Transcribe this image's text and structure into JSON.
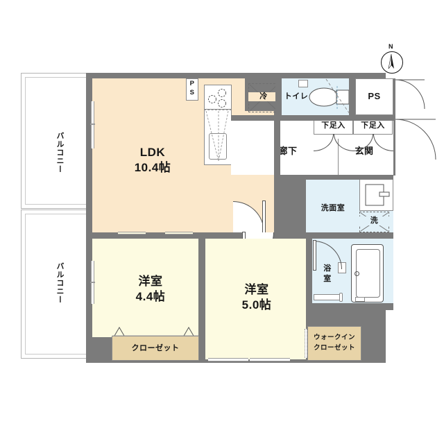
{
  "document": {
    "type": "floor-plan",
    "style": "japanese-madori",
    "layout_code": "2LDK"
  },
  "compass": {
    "north_label": "N"
  },
  "rooms": [
    {
      "id": "ldk",
      "name": "LDK",
      "area": "10.4帖",
      "fill": "#fbe8cb"
    },
    {
      "id": "bedroom1",
      "name": "洋室",
      "area": "4.4帖",
      "fill": "#fdfbe1"
    },
    {
      "id": "bedroom2",
      "name": "洋室",
      "area": "5.0帖",
      "fill": "#fdfbe1"
    },
    {
      "id": "balcony_up",
      "name": "バルコニー",
      "area": "",
      "fill": "#ffffff"
    },
    {
      "id": "balcony_lo",
      "name": "バルコニー",
      "area": "",
      "fill": "#ffffff"
    },
    {
      "id": "toilet",
      "name": "トイレ",
      "area": "",
      "fill": "#e2f1f8"
    },
    {
      "id": "washroom",
      "name": "洗面室",
      "area": "",
      "fill": "#e2f1f8"
    },
    {
      "id": "bath",
      "name": "浴室",
      "area": "",
      "fill": "#e2f1f8"
    },
    {
      "id": "corridor",
      "name": "廊下",
      "area": "",
      "fill": "#ffffff"
    },
    {
      "id": "genkan",
      "name": "玄関",
      "area": "",
      "fill": "#ffffff"
    },
    {
      "id": "closet",
      "name": "クローゼット",
      "area": "",
      "fill": "#e8d4a8"
    },
    {
      "id": "wic",
      "name": "ウォークイン\nクローゼット",
      "area": "",
      "fill": "#e8d4a8"
    }
  ],
  "labels": {
    "ldk": "LDK",
    "ldk_area": "10.4帖",
    "bedroom1": "洋室",
    "bedroom1_area": "4.4帖",
    "bedroom2": "洋室",
    "bedroom2_area": "5.0帖",
    "balcony": "バルコニー",
    "toilet": "トイレ",
    "washroom": "洗面室",
    "bath": "浴室",
    "corridor": "廊下",
    "genkan": "玄関",
    "closet": "クローゼット",
    "wic_line1": "ウォークイン",
    "wic_line2": "クローゼット",
    "shoe_box": "下足入",
    "ps_left_line1": "P",
    "ps_left_line2": "S",
    "ps_right": "PS",
    "fridge": "冷",
    "washer": "洗"
  },
  "fixtures": [
    {
      "id": "stove",
      "name": "gas-stove",
      "burners": 3
    },
    {
      "id": "sink",
      "name": "kitchen-sink"
    },
    {
      "id": "fridge",
      "name": "refrigerator-space",
      "label": "冷"
    },
    {
      "id": "washer",
      "name": "washing-machine-space",
      "label": "洗"
    },
    {
      "id": "vanity",
      "name": "vanity-sink"
    },
    {
      "id": "bathtub",
      "name": "bathtub"
    },
    {
      "id": "toilet_bowl",
      "name": "toilet-bowl"
    },
    {
      "id": "shoe_box_l",
      "name": "shoe-cabinet-left",
      "label": "下足入"
    },
    {
      "id": "shoe_box_r",
      "name": "shoe-cabinet-right",
      "label": "下足入"
    }
  ],
  "colors": {
    "wall": "#7b7b7b",
    "wall_light": "#9a9a9a",
    "ldk_fill": "#fbe8cb",
    "bedroom_fill": "#fdfbe1",
    "wet_fill": "#e2f1f8",
    "closet_fill": "#e8d4a8",
    "outline": "#8a8a8a",
    "text": "#171717",
    "background": "#ffffff"
  }
}
